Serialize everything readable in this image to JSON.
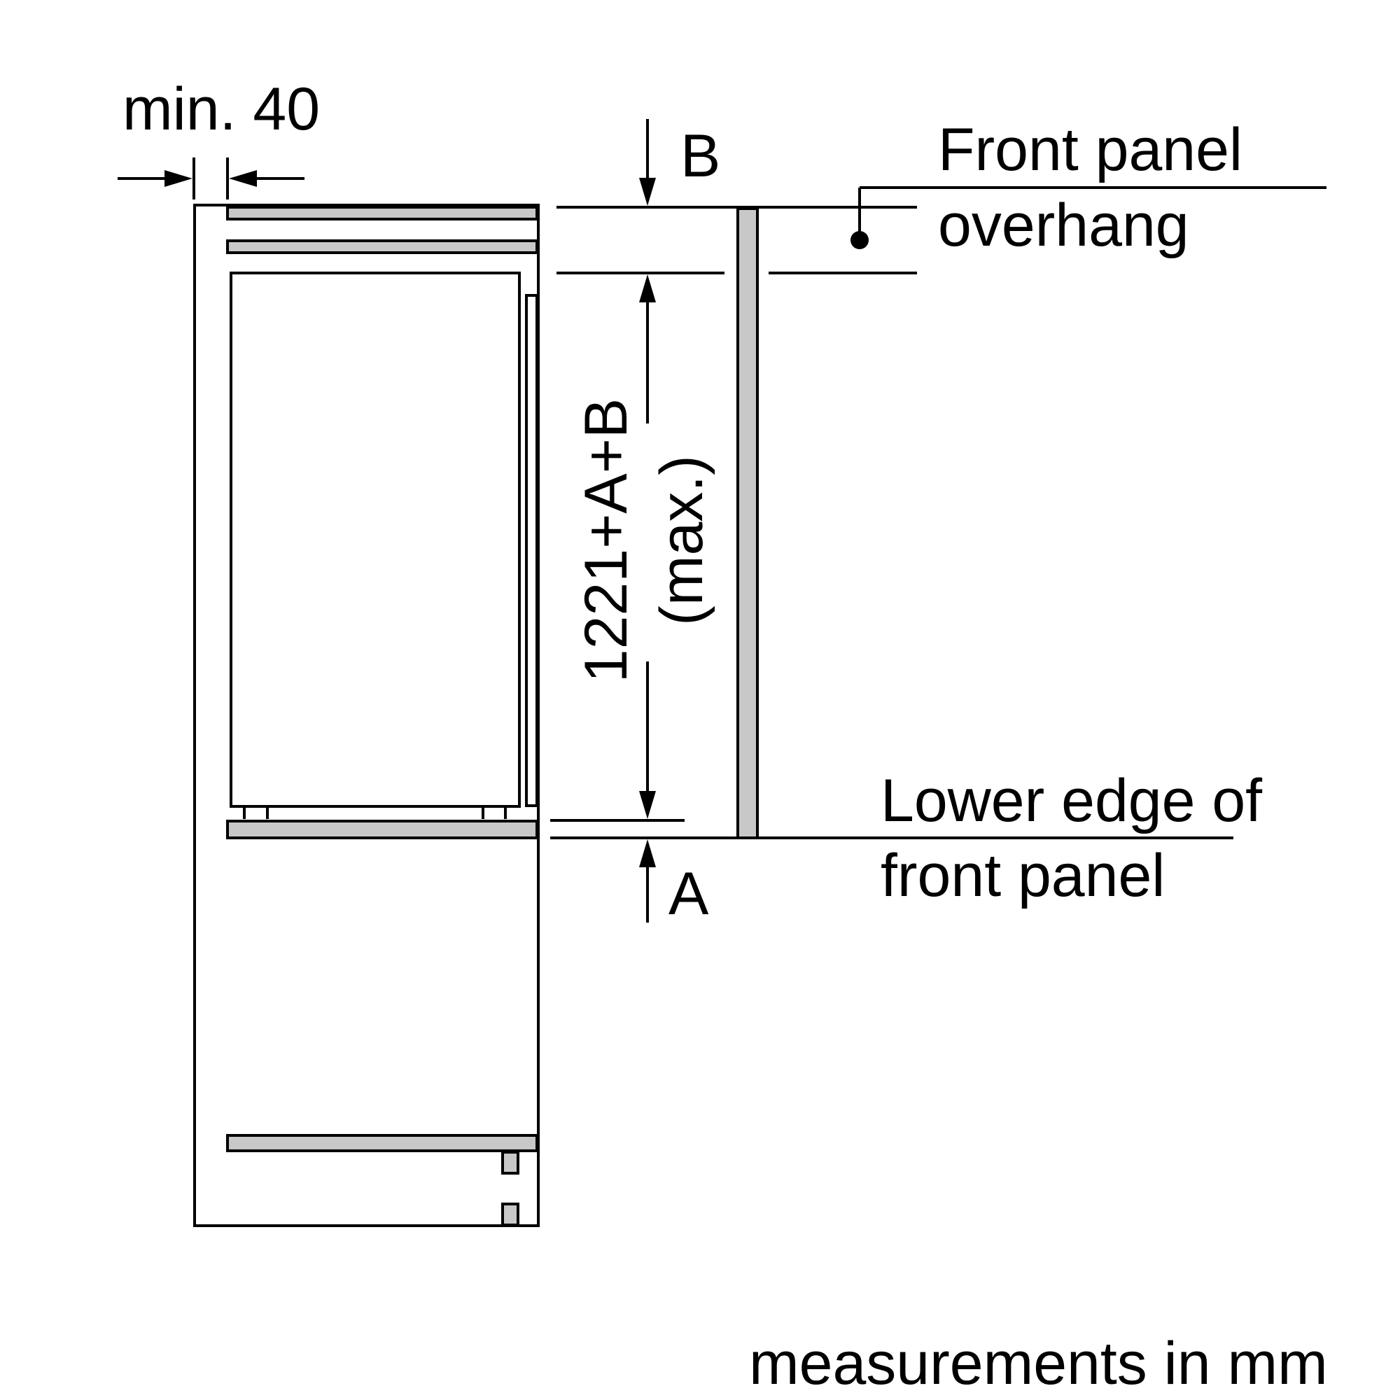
{
  "labels": {
    "min_gap": "min. 40",
    "dim_b": "B",
    "dim_a": "A",
    "front_panel_overhang_line1": "Front panel",
    "front_panel_overhang_line2": "overhang",
    "height_value": "1221+A+B",
    "height_qualifier": "(max.)",
    "lower_edge_line1": "Lower edge of",
    "lower_edge_line2": "front panel",
    "units_note": "measurements in mm"
  },
  "colors": {
    "line": "#000000",
    "panel_fill": "#c8c8c8",
    "background": "#ffffff"
  }
}
